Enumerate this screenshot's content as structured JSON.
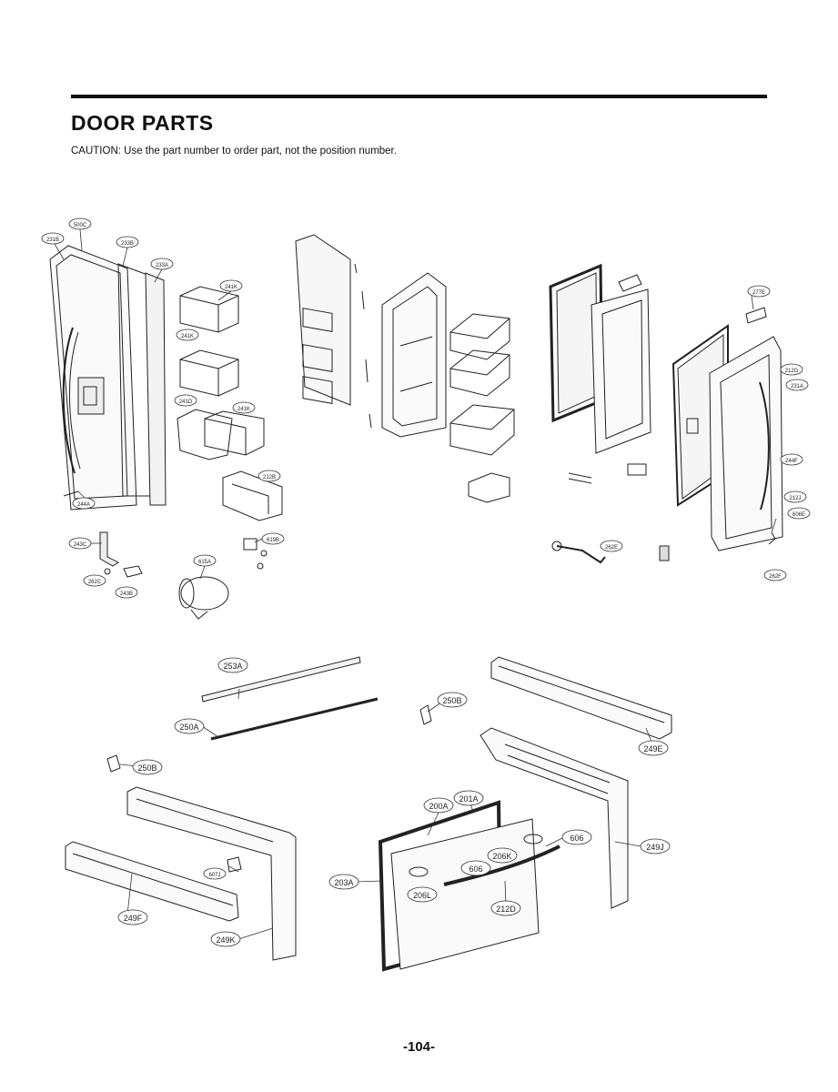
{
  "header": {
    "title": "DOOR PARTS",
    "caution": "CAUTION: Use the part number to order part, not the position number."
  },
  "footer": {
    "page_number": "-104-"
  },
  "callouts": {
    "c231B": "231B",
    "c500C": "500C",
    "c233B": "233B",
    "c233A": "233A",
    "c241K_1": "241K",
    "c241K_2": "241K",
    "c241K_3": "241K",
    "c241D": "241D",
    "c212B": "212B",
    "c244A": "244A",
    "c243C": "243C",
    "c262C": "262C",
    "c243B": "243B",
    "c615A": "615A",
    "c619B": "619B",
    "c277E": "277E",
    "c212G": "212G",
    "c231A": "231A",
    "c244F": "244F",
    "c212J": "212J",
    "c606E": "606E",
    "c262F": "262F",
    "c262E": "262E",
    "c253A": "253A",
    "c250A": "250A",
    "c250B_1": "250B",
    "c250B_2": "250B",
    "c249E": "249E",
    "c249J": "249J",
    "c200A": "200A",
    "c201A": "201A",
    "c606": "606",
    "c206K": "206K",
    "c606_2": "606",
    "c203A": "203A",
    "c206L": "206L",
    "c212D": "212D",
    "c249F": "249F",
    "c249K": "249K",
    "c607J": "607J"
  }
}
